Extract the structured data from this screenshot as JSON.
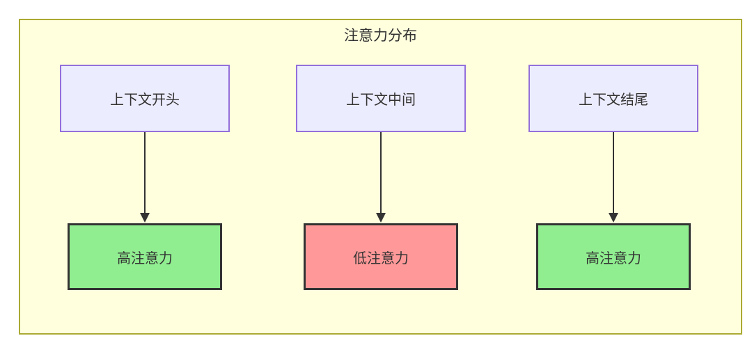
{
  "diagram": {
    "title": "注意力分布",
    "type": "flowchart-top-down",
    "columns": [
      {
        "source": "上下文开头",
        "target": "高注意力",
        "attention_level": "high"
      },
      {
        "source": "上下文中间",
        "target": "低注意力",
        "attention_level": "low"
      },
      {
        "source": "上下文结尾",
        "target": "高注意力",
        "attention_level": "high"
      }
    ],
    "edges": [
      {
        "from": "上下文开头",
        "to": "高注意力"
      },
      {
        "from": "上下文中间",
        "to": "低注意力"
      },
      {
        "from": "上下文结尾",
        "to": "高注意力"
      }
    ],
    "colors": {
      "cluster_background": "#ffffde",
      "cluster_border": "#aaaa33",
      "context_node_fill": "#ececff",
      "context_node_border": "#9370db",
      "high_attention_fill": "#90ee90",
      "low_attention_fill": "#ff9999",
      "attention_node_border": "#333333",
      "arrow": "#333333",
      "text": "#333333"
    }
  }
}
